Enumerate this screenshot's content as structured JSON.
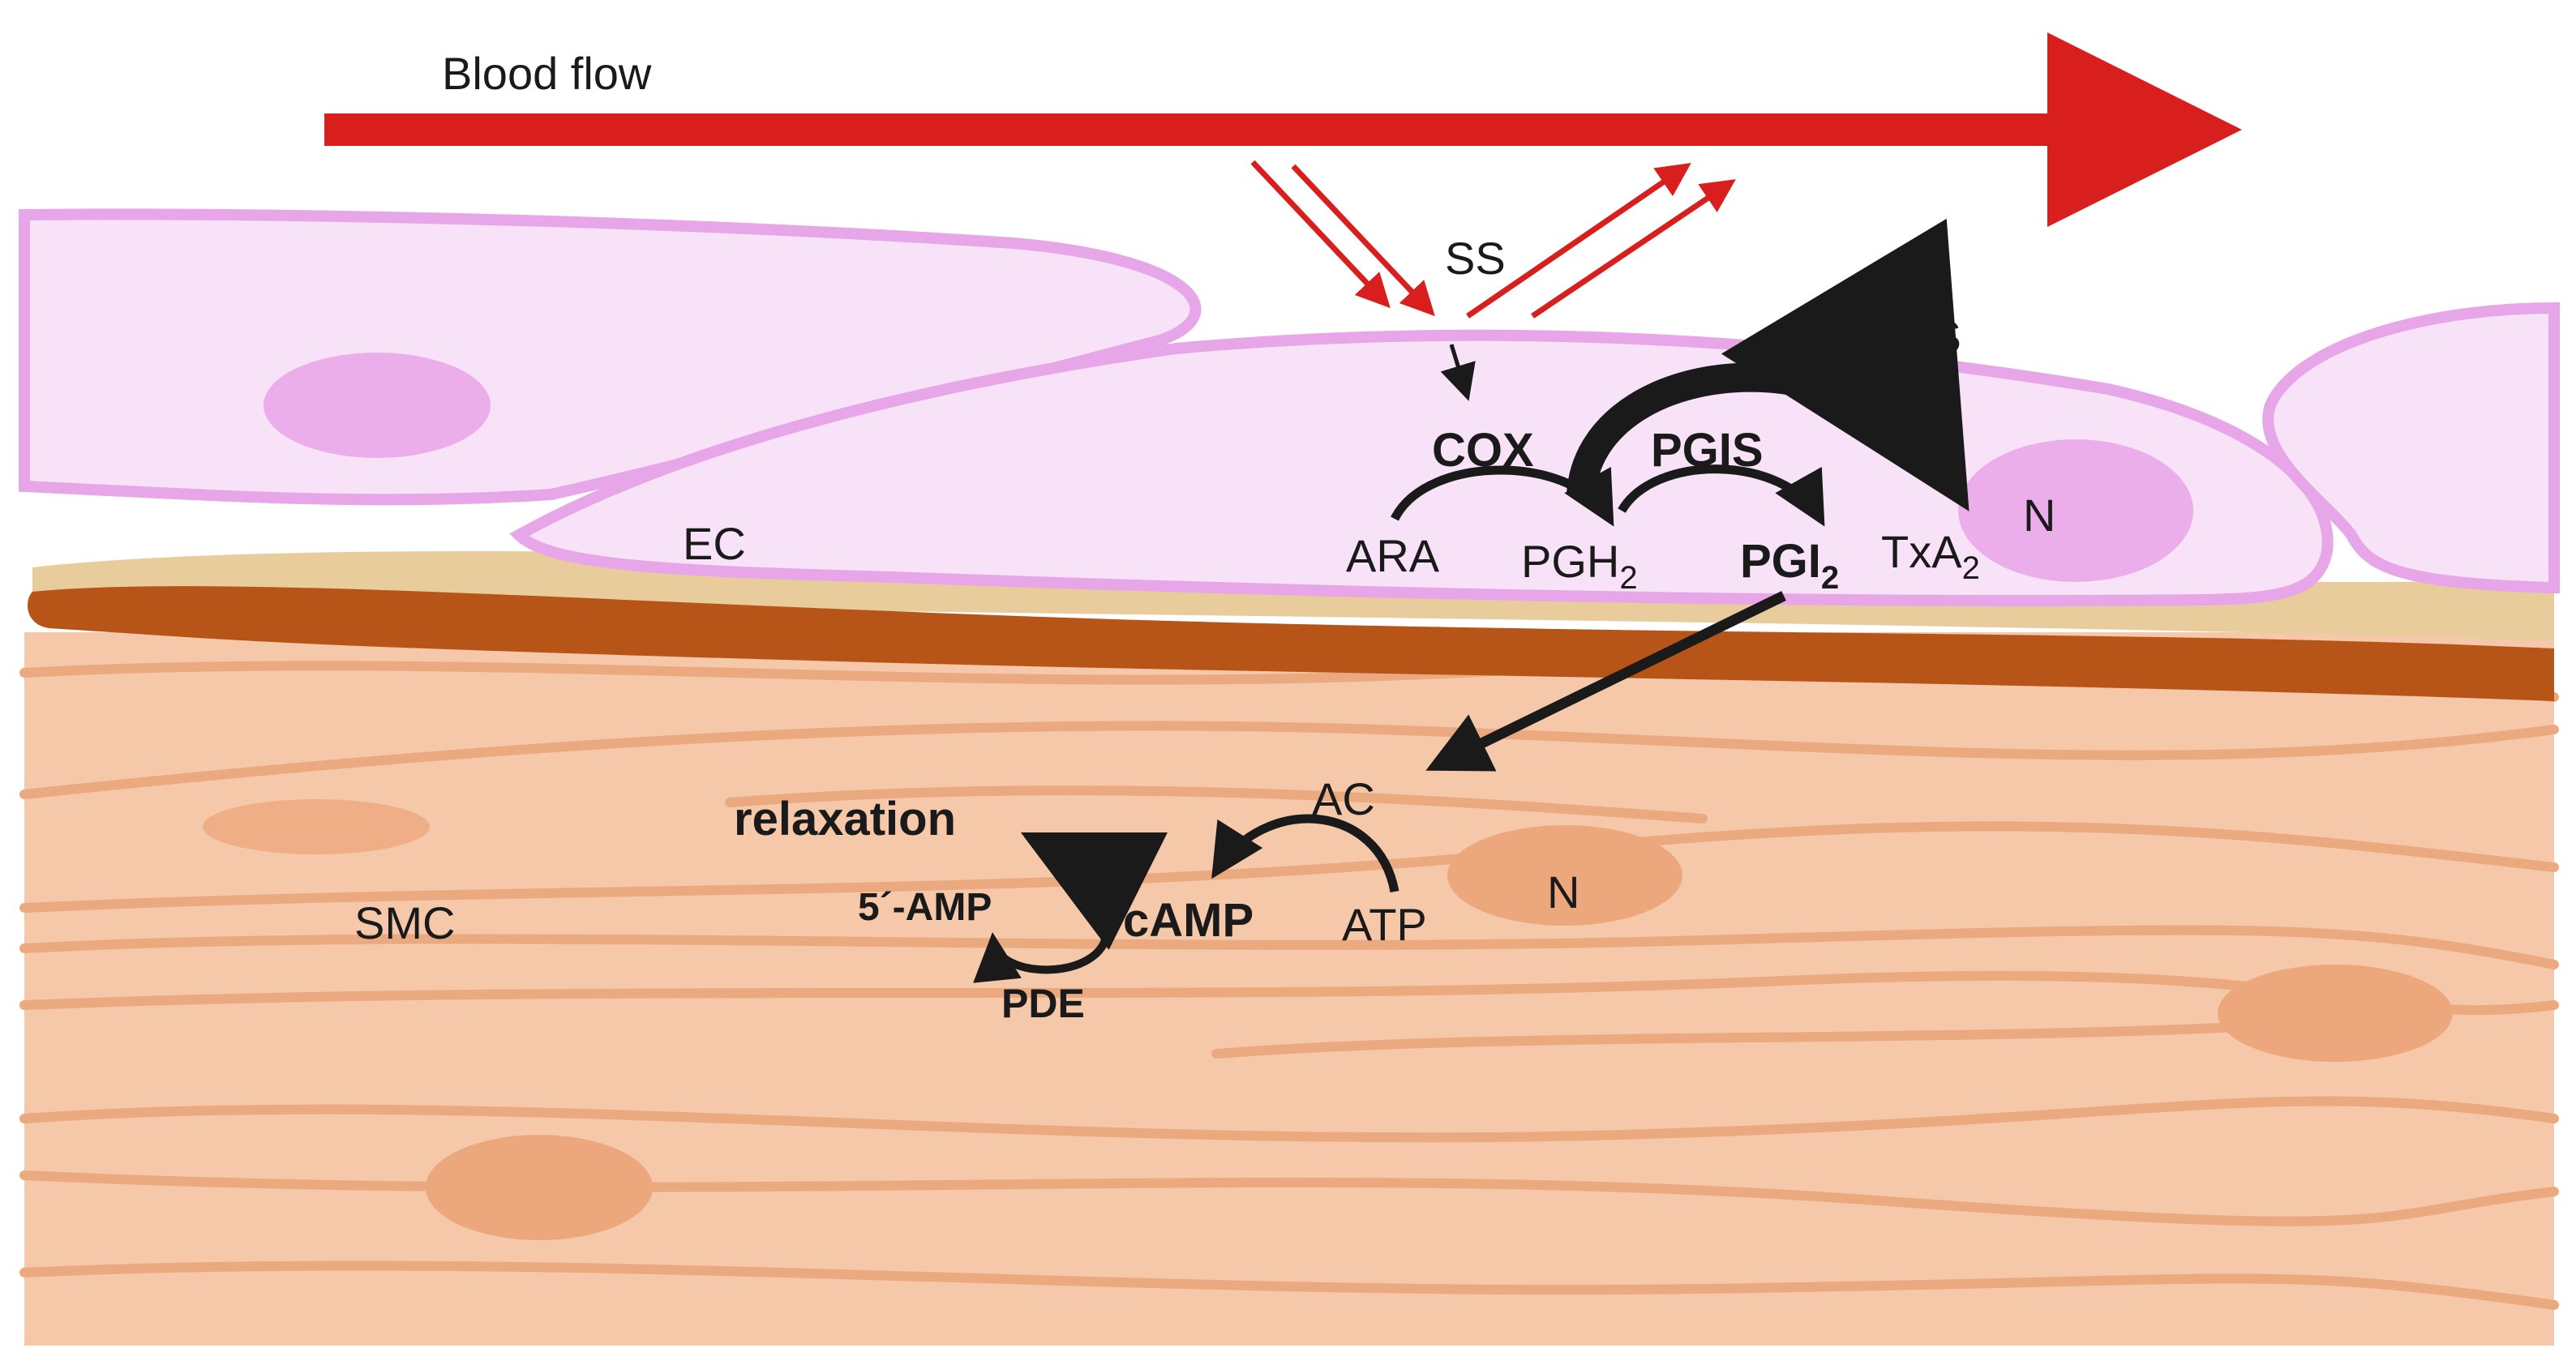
{
  "title": "",
  "labels": {
    "blood_flow": "Blood flow",
    "shear_stress": "SS",
    "txas": "TxAS",
    "cox": "COX",
    "pgis": "PGIS",
    "ec": "EC",
    "ara": "ARA",
    "pgh": "PGH",
    "pgh_sub": "2",
    "pgi": "PGI",
    "pgi_sub": "2",
    "txa": "TxA",
    "txa_sub": "2",
    "nucleus_ec": "N",
    "ac": "AC",
    "relaxation": "relaxation",
    "amp5": "5´-AMP",
    "camp": "cAMP",
    "atp": "ATP",
    "nucleus_smc": "N",
    "smc": "SMC",
    "pde": "PDE"
  },
  "colors": {
    "blood_flow_arrow": "#d91e1e",
    "endothelial_fill": "#f7e2f7",
    "endothelial_outline": "#e7a6e7",
    "endothelial_nucleus": "#ebaeeb",
    "basement_membrane": "#e8cc9c",
    "elastic_lamina": "#b75418",
    "smooth_muscle": "#f4c8a8",
    "smooth_muscle_lines": "#eba97f",
    "smc_nucleus": "#eda77c",
    "text": "#1a1a1a"
  }
}
